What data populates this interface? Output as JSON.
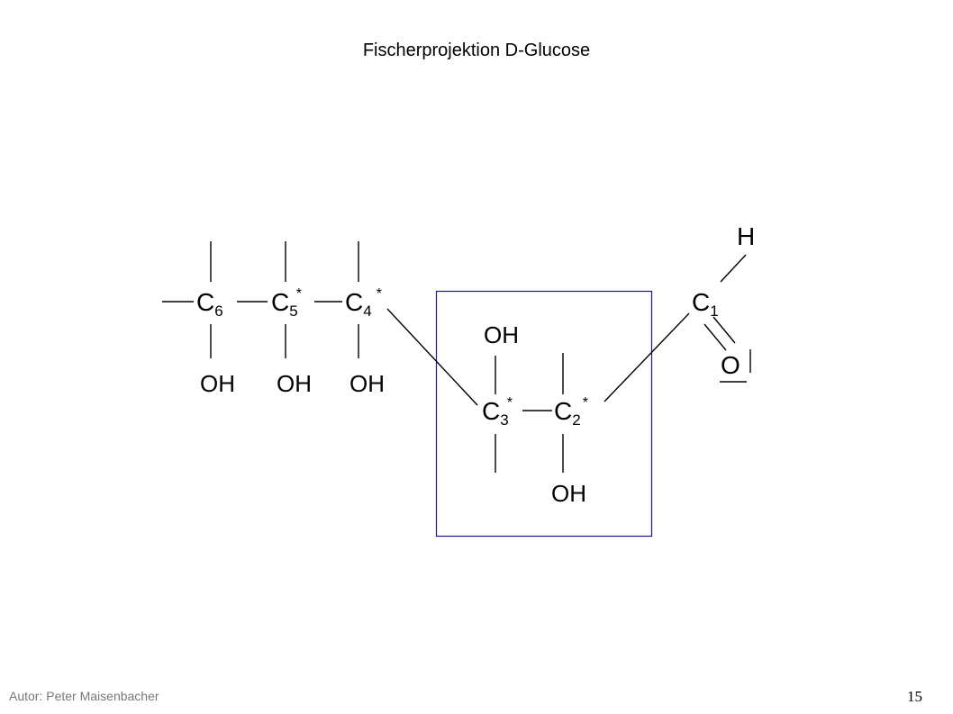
{
  "slide": {
    "title": "Fischerprojektion D-Glucose",
    "author": "Autor: Peter Maisenbacher",
    "page_number": "15"
  },
  "molecule": {
    "c6": {
      "element": "C",
      "index": "6",
      "star": ""
    },
    "c5": {
      "element": "C",
      "index": "5",
      "star": "*"
    },
    "c4": {
      "element": "C",
      "index": "4",
      "star": "*"
    },
    "c3": {
      "element": "C",
      "index": "3",
      "star": "*"
    },
    "c2": {
      "element": "C",
      "index": "2",
      "star": "*"
    },
    "c1": {
      "element": "C",
      "index": "1",
      "star": ""
    },
    "oh_c6": "OH",
    "oh_c5": "OH",
    "oh_c4": "OH",
    "oh_c3": "OH",
    "oh_c2": "OH",
    "aldehyde_h": "H",
    "aldehyde_o": "O"
  },
  "colors": {
    "highlight_box": "#1a1a8c",
    "text": "#000000",
    "author_text": "#777777"
  }
}
